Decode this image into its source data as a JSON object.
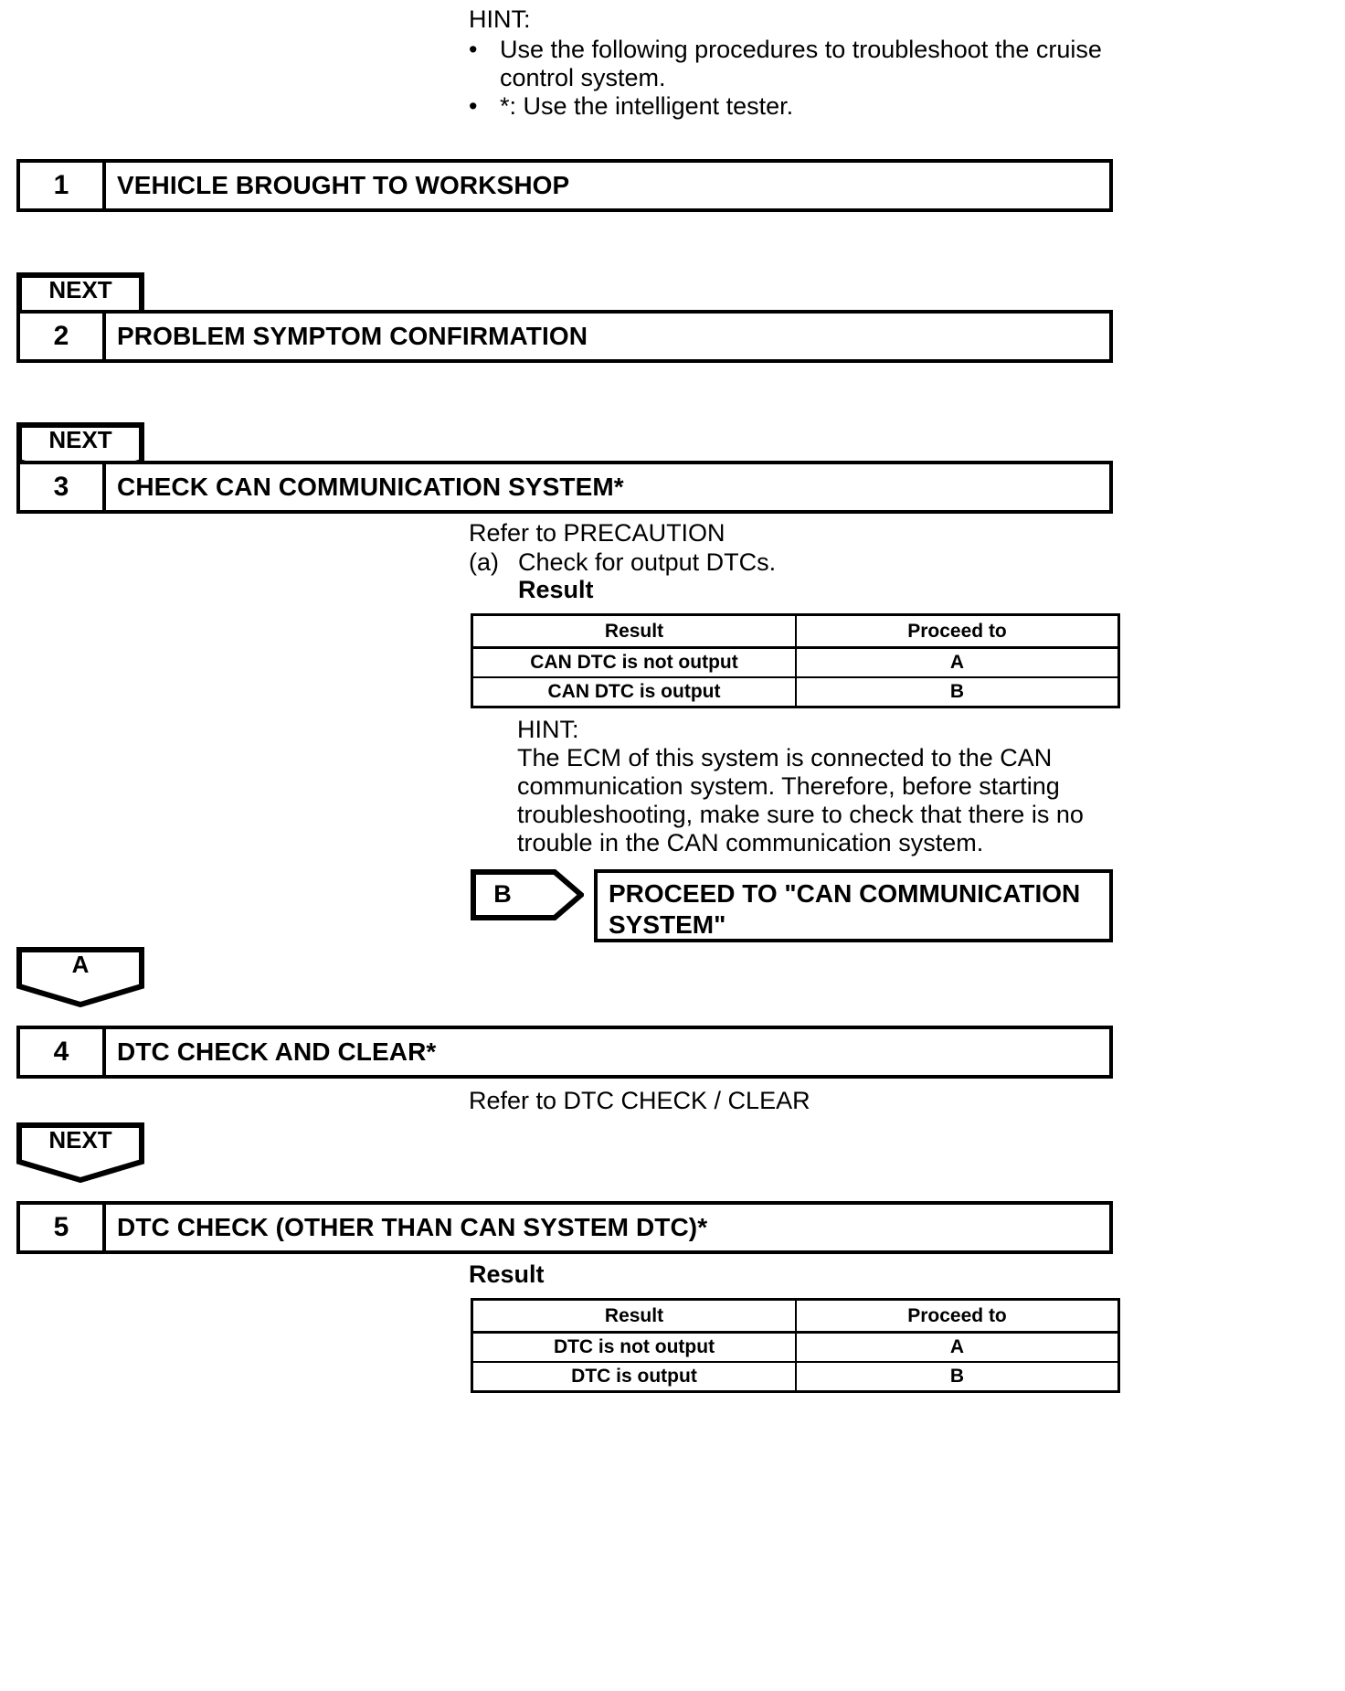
{
  "document": {
    "type": "service-manual-troubleshooting-flowchart",
    "title": "Cruise Control System Troubleshooting Procedure"
  },
  "top_hint": {
    "title": "HINT:",
    "bullets": [
      "Use the following procedures to troubleshoot the cruise control system.",
      "*: Use the intelligent tester."
    ],
    "bullet_glyph": "•"
  },
  "steps": [
    {
      "number": "1",
      "label": "VEHICLE BROUGHT TO WORKSHOP"
    },
    {
      "number": "2",
      "label": "PROBLEM SYMPTOM CONFIRMATION"
    },
    {
      "number": "3",
      "label": "CHECK CAN COMMUNICATION SYSTEM*"
    },
    {
      "number": "4",
      "label": "DTC CHECK AND CLEAR*"
    },
    {
      "number": "5",
      "label": "DTC CHECK (OTHER THAN CAN SYSTEM DTC)*"
    }
  ],
  "connectors": {
    "next_1": "NEXT",
    "next_2": "NEXT",
    "branch_a": "A",
    "next_4": "NEXT",
    "branch_b": "B"
  },
  "step3_detail": {
    "refer_line": "Refer to PRECAUTION",
    "item_marker": "(a)",
    "item_text": "Check for output DTCs.",
    "result_heading": "Result",
    "table": {
      "headers": [
        "Result",
        "Proceed to"
      ],
      "rows": [
        [
          "CAN DTC is not output",
          "A"
        ],
        [
          "CAN DTC is output",
          "B"
        ]
      ]
    },
    "hint": {
      "title": "HINT:",
      "lines": [
        "The ECM of this system is connected to the CAN",
        "communication system. Therefore, before starting",
        "troubleshooting, make sure to check that there is no",
        "trouble in the CAN communication system."
      ]
    },
    "proceed_box": {
      "line1": "PROCEED TO \"CAN COMMUNICATION",
      "line2": "SYSTEM\""
    }
  },
  "step4_detail": {
    "refer_line": "Refer to DTC CHECK / CLEAR"
  },
  "step5_detail": {
    "result_heading": "Result",
    "table": {
      "headers": [
        "Result",
        "Proceed to"
      ],
      "rows": [
        [
          "DTC is not output",
          "A"
        ],
        [
          "DTC is output",
          "B"
        ]
      ]
    }
  },
  "colors": {
    "ink": "#000000",
    "paper": "#ffffff"
  }
}
